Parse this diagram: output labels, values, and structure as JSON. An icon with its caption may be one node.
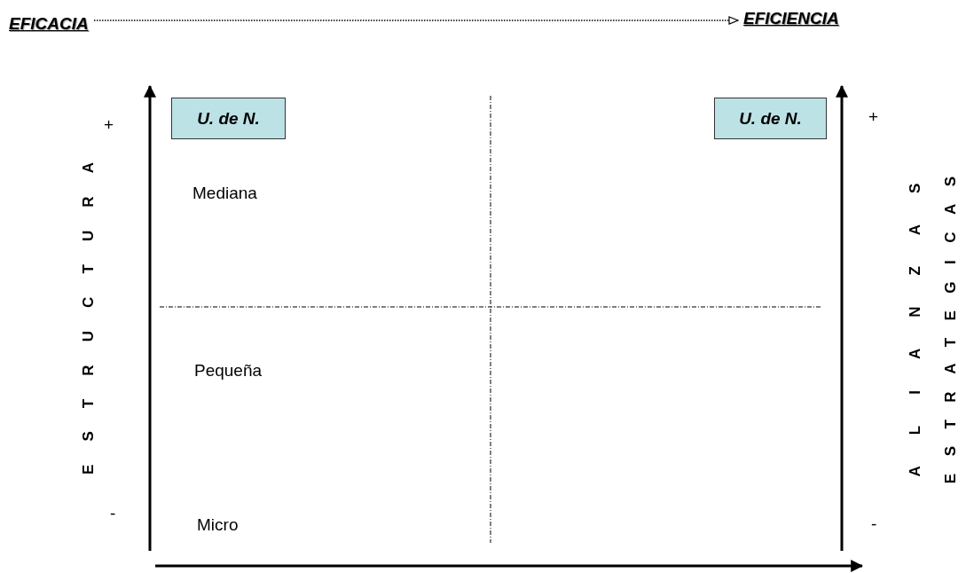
{
  "diagram": {
    "nodes": [
      {
        "text": [
          "EFICACIA"
        ]
      },
      {
        "text": [
          "EFICIENCIA"
        ]
      },
      {
        "text": [
          "U. de N."
        ]
      },
      {
        "text": [
          "U. de N."
        ]
      }
    ],
    "edges": [
      {
        "from": 0,
        "to": 1,
        "arrow": "to",
        "style": "dashed"
      }
    ],
    "labels": [
      "+",
      "+",
      "ESTRUCTURA",
      "Mediana",
      "ALIANZAS",
      "ESTRATEGICAS",
      "Pequeña",
      "Micro",
      "-",
      "-"
    ]
  }
}
